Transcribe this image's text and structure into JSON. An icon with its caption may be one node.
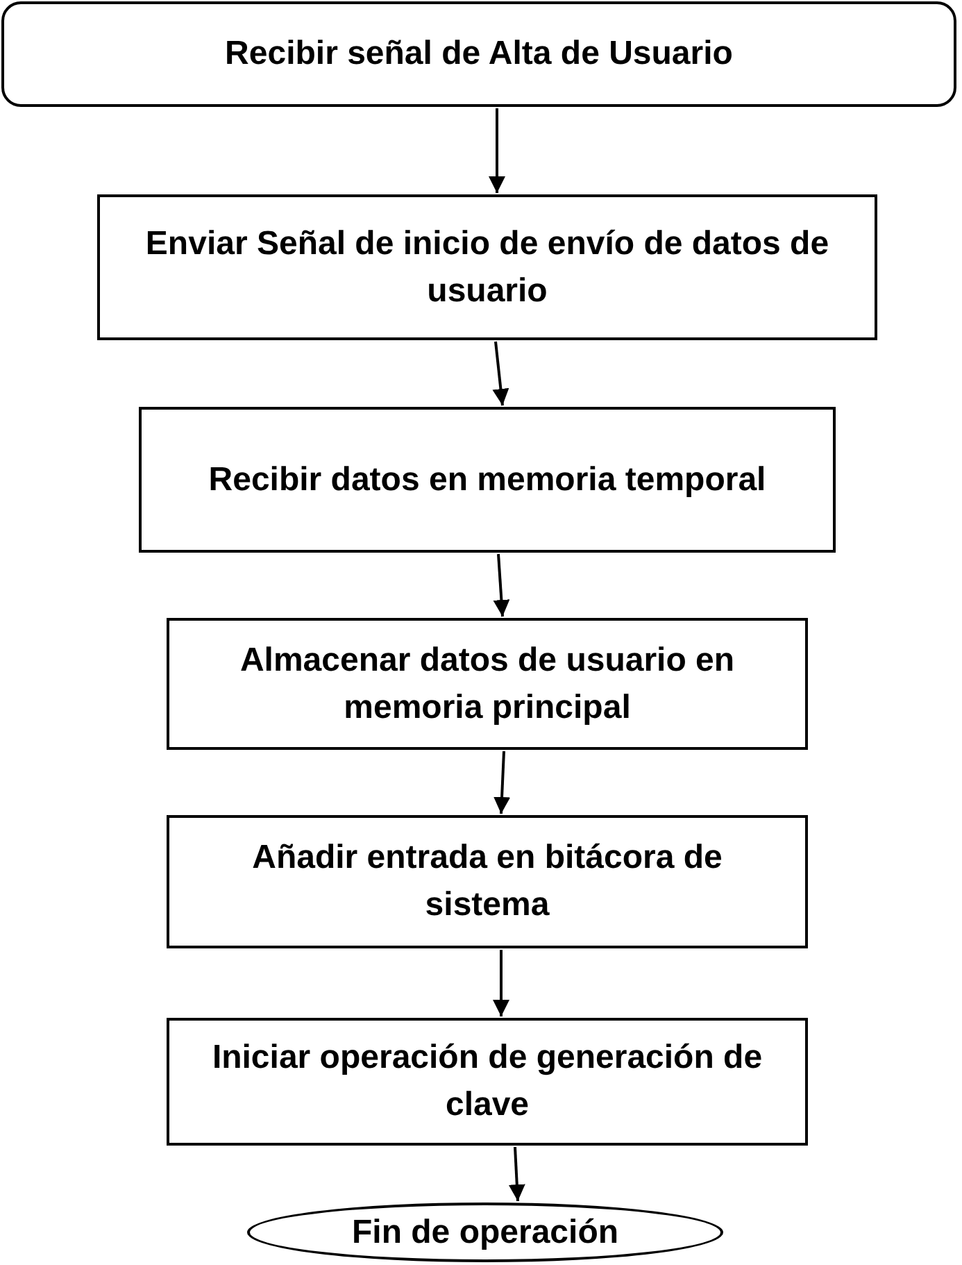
{
  "diagram": {
    "nodes": [
      {
        "text": [
          "Recibir señal de Alta de Usuario"
        ]
      },
      {
        "text": [
          "Enviar Señal de inicio de envío de datos de usuario"
        ]
      },
      {
        "text": [
          "Recibir datos en memoria temporal"
        ]
      },
      {
        "text": [
          "Almacenar datos de usuario en memoria principal"
        ]
      },
      {
        "text": [
          "Añadir entrada en bitácora de sistema"
        ]
      },
      {
        "text": [
          "Iniciar operación de generación de clave"
        ]
      },
      {
        "text": [
          "Fin de operación"
        ]
      }
    ],
    "edges": [
      {
        "from": 0,
        "to": 1,
        "arrow": "to"
      },
      {
        "from": 1,
        "to": 2,
        "arrow": "to"
      },
      {
        "from": 2,
        "to": 3,
        "arrow": "to"
      },
      {
        "from": 3,
        "to": 4,
        "arrow": "to"
      },
      {
        "from": 4,
        "to": 5,
        "arrow": "to"
      },
      {
        "from": 5,
        "to": 6,
        "arrow": "to"
      }
    ]
  }
}
